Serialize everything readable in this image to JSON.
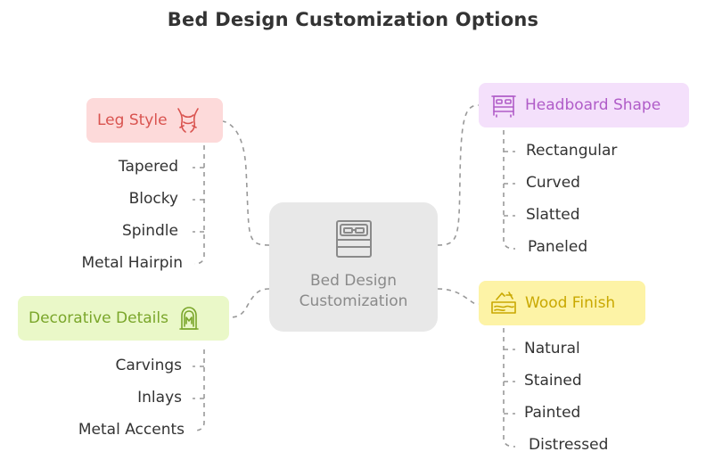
{
  "title": "Bed Design Customization Options",
  "center": {
    "line1": "Bed Design",
    "line2": "Customization",
    "icon": "bed-icon"
  },
  "branches": {
    "leg_style": {
      "label": "Leg Style",
      "icon": "leg-icon",
      "color": "#d9534f",
      "bg": "#fddada",
      "items": [
        "Tapered",
        "Blocky",
        "Spindle",
        "Metal Hairpin"
      ]
    },
    "decorative_details": {
      "label": "Decorative Details",
      "icon": "ornament-icon",
      "color": "#7aa62a",
      "bg": "#eaf8c8",
      "items": [
        "Carvings",
        "Inlays",
        "Metal Accents"
      ]
    },
    "headboard_shape": {
      "label": "Headboard Shape",
      "icon": "headboard-icon",
      "color": "#b05cc8",
      "bg": "#f4e0fb",
      "items": [
        "Rectangular",
        "Curved",
        "Slatted",
        "Paneled"
      ]
    },
    "wood_finish": {
      "label": "Wood Finish",
      "icon": "wood-plank-icon",
      "color": "#c9a800",
      "bg": "#fdf3a6",
      "items": [
        "Natural",
        "Stained",
        "Painted",
        "Distressed"
      ]
    }
  }
}
